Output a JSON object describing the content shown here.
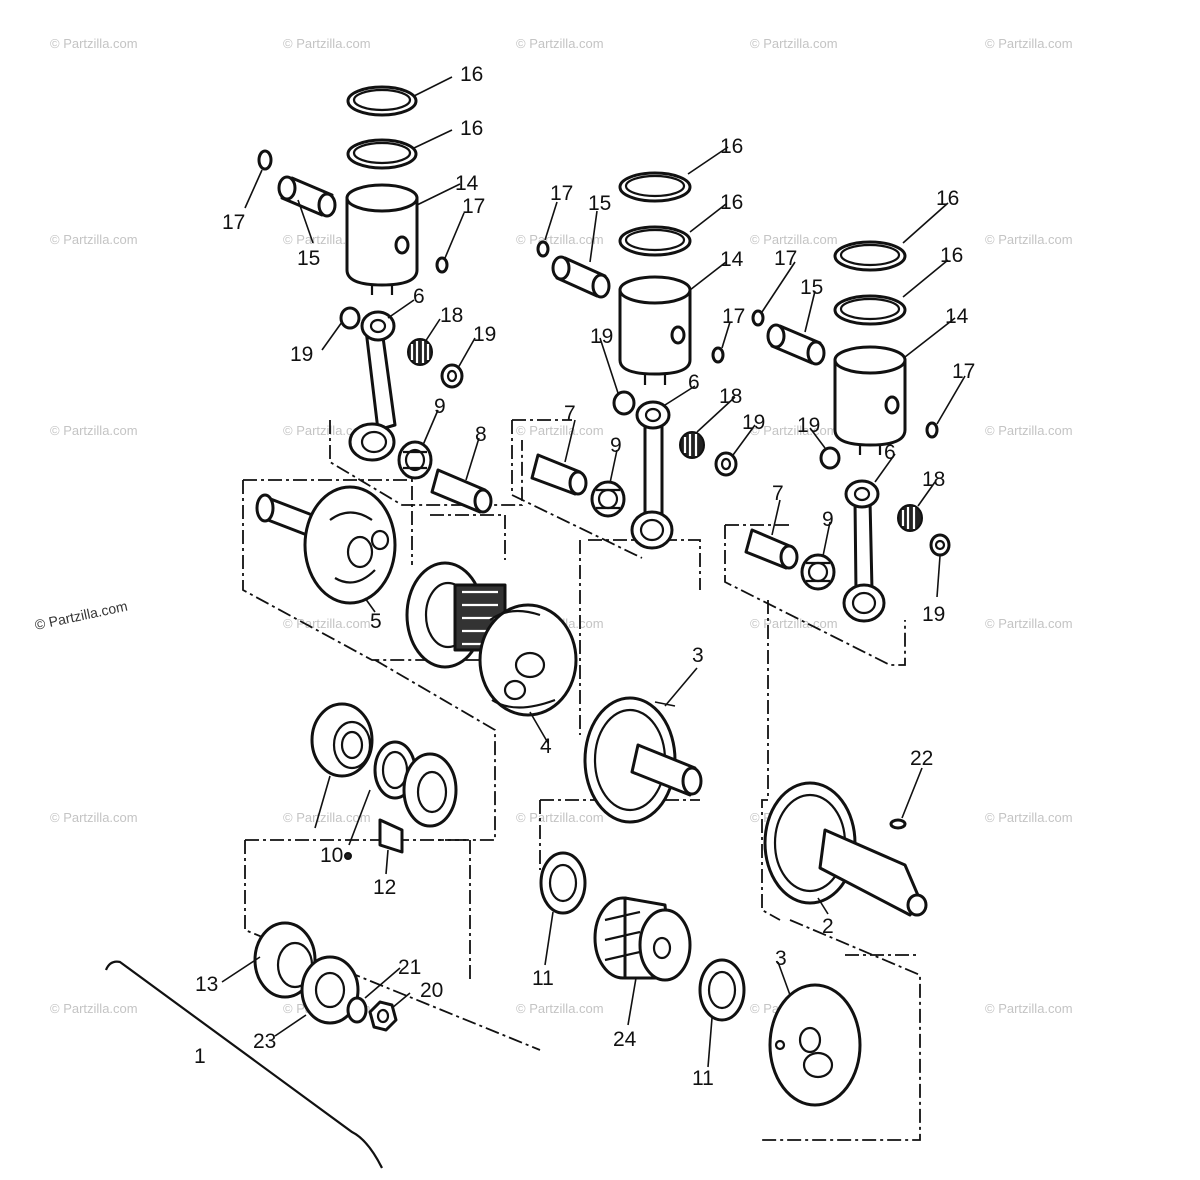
{
  "watermark": {
    "text": "© Partzilla.com",
    "color": "#c4c4c4"
  },
  "callouts": {
    "l_16a": "16",
    "l_16b": "16",
    "l_17a": "17",
    "l_14": "14",
    "l_17b": "17",
    "l_15": "15",
    "l_6": "6",
    "l_18": "18",
    "l_19a": "19",
    "l_19b": "19",
    "l_9": "9",
    "l_8": "8",
    "l_5": "5",
    "m_16a": "16",
    "m_17a": "17",
    "m_15": "15",
    "m_16b": "16",
    "m_14": "14",
    "m_17b": "17",
    "m_19a": "19",
    "m_6": "6",
    "m_18": "18",
    "m_19b": "19",
    "m_7": "7",
    "m_9": "9",
    "m_3": "3",
    "m_4": "4",
    "r_16a": "16",
    "r_16b": "16",
    "r_17a": "17",
    "r_15": "15",
    "r_14": "14",
    "r_17b": "17",
    "r_19a": "19",
    "r_6": "6",
    "r_18": "18",
    "r_7": "7",
    "r_9": "9",
    "r_19b": "19",
    "r_22": "22",
    "r_2": "2",
    "b_10": "10",
    "b_12": "12",
    "b_13": "13",
    "b_23": "23",
    "b_21": "21",
    "b_20": "20",
    "b_1": "1",
    "c_11a": "11",
    "c_11b": "11",
    "c_24": "24",
    "c_3": "3"
  }
}
